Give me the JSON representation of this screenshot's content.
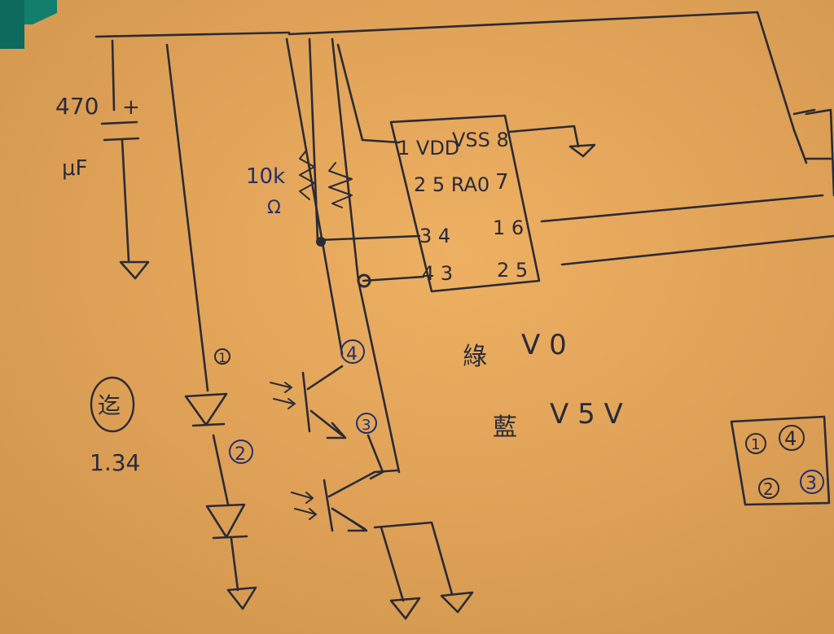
{
  "colors": {
    "paper": "#e8a85a",
    "ink": "#2b2b35",
    "blue_ink": "#24306a",
    "green_board": "#0f7a6a"
  },
  "labels": {
    "cap_value": "470",
    "cap_plus": "+",
    "cap_unit": "μF",
    "res_value": "10k",
    "res_unit": "Ω",
    "chip_pin1": "1 VDD",
    "chip_pin8": "VSS 8",
    "chip_pin2": "2 5 RA0",
    "chip_pin7": "7",
    "chip_pin3": "3 4",
    "chip_pin6": "1 6",
    "chip_pin4": "4 3",
    "chip_pin5": "2 5",
    "marker_1": "1",
    "marker_2": "2",
    "marker_3": "3",
    "marker_4": "4",
    "note_green": "綠",
    "note_green_v": "V 0",
    "note_blue": "藍",
    "note_blue_v": "V 5 V",
    "circled_note": "迄",
    "circled_sub": "1.34",
    "pinout_1": "1",
    "pinout_2": "2",
    "pinout_3": "3",
    "pinout_4": "4"
  }
}
